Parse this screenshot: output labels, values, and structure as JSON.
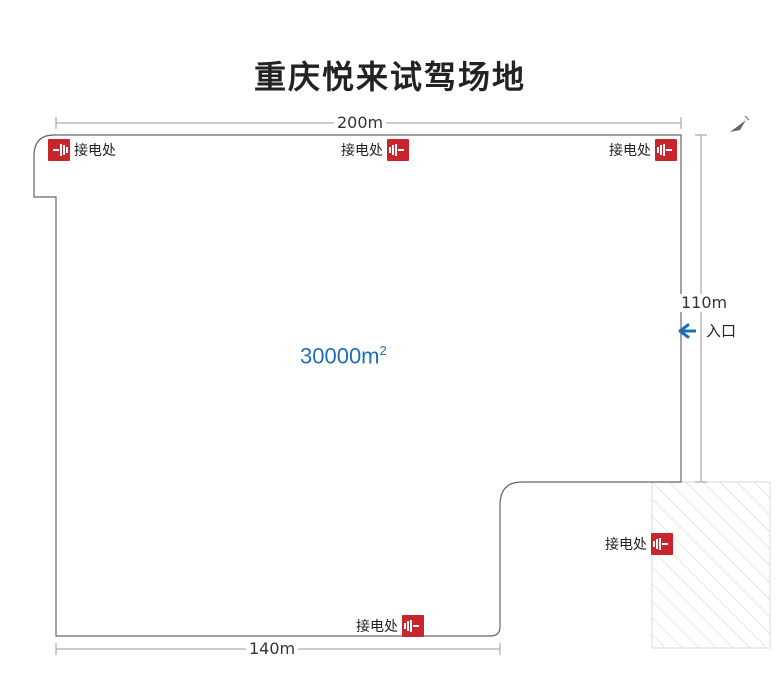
{
  "title": "重庆悦来试驾场地",
  "dimensions": {
    "top_width": "200m",
    "right_height": "110m",
    "bottom_width": "140m"
  },
  "area_label": {
    "value": "30000m",
    "unit_sup": "2"
  },
  "entrance_label": "入口",
  "power_points": [
    {
      "label": "接电处",
      "position": "top-left"
    },
    {
      "label": "接电处",
      "position": "top-center"
    },
    {
      "label": "接电处",
      "position": "top-right"
    },
    {
      "label": "接电处",
      "position": "bottom-center"
    },
    {
      "label": "接电处",
      "position": "right-hatched"
    }
  ],
  "colors": {
    "accent_blue": "#1f6fb8",
    "power_red": "#c9252c",
    "outline": "#555555",
    "dimension_line": "#999999",
    "hatch": "#cccccc"
  },
  "icons": {
    "power": "power-outlet-icon",
    "entrance": "arrow-left-icon",
    "compass": "north-arrow-icon"
  }
}
